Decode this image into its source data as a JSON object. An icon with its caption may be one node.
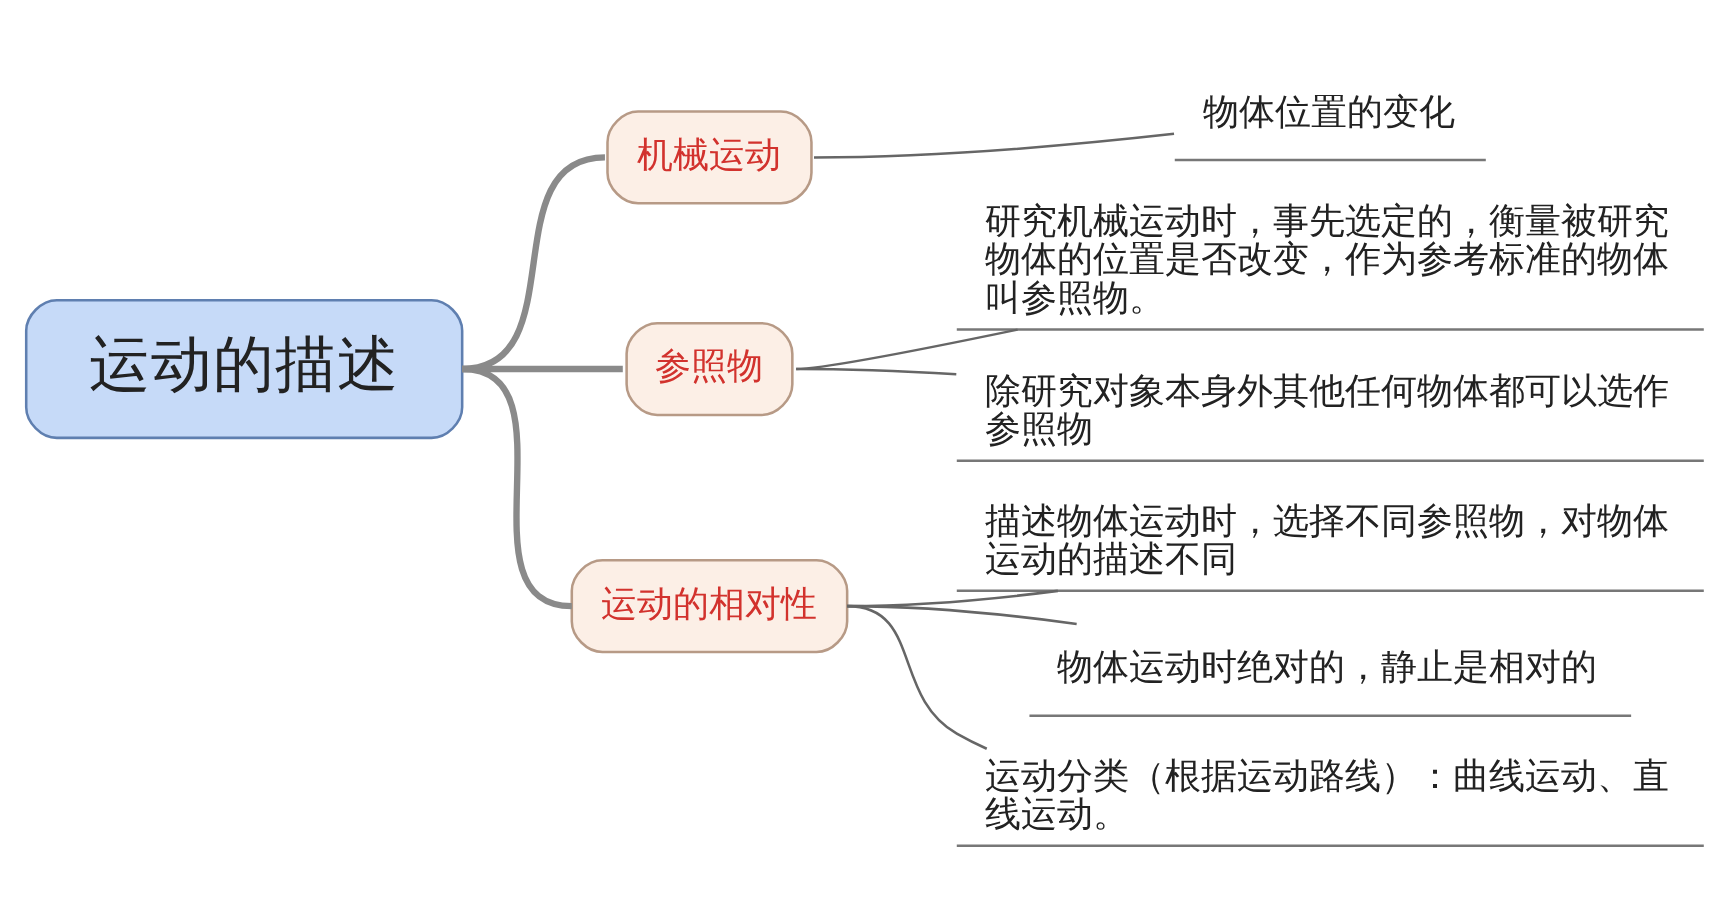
{
  "diagram": {
    "nodes": [
      {
        "text": [
          "运动的描述"
        ]
      },
      {
        "text": [
          "机械运动"
        ]
      },
      {
        "text": [
          "物体位置的变化"
        ]
      },
      {
        "text": [
          "参照物"
        ]
      },
      {
        "text": [
          "研究机械运动时，事先选定的，衡量被研究物体的位置是否改变，作为参考标准的物体叫参照物。"
        ]
      },
      {
        "text": [
          "除研究对象本身外其他任何物体都可以选作参照物"
        ]
      },
      {
        "text": [
          "运动的相对性"
        ]
      },
      {
        "text": [
          "描述物体运动时，选择不同参照物，对物体运动的描述不同"
        ]
      },
      {
        "text": [
          "物体运动时绝对的，静止是相对的"
        ]
      },
      {
        "text": [
          "运动分类（根据运动路线）：曲线运动、直线运动。"
        ]
      }
    ],
    "edges": [
      {
        "from": 0,
        "to": 1,
        "arrow": "none",
        "style": "thick"
      },
      {
        "from": 1,
        "to": 2,
        "arrow": "none"
      },
      {
        "from": 0,
        "to": 3,
        "arrow": "none",
        "style": "thick"
      },
      {
        "from": 3,
        "to": 4,
        "arrow": "none"
      },
      {
        "from": 3,
        "to": 5,
        "arrow": "none"
      },
      {
        "from": 0,
        "to": 6,
        "arrow": "none",
        "style": "thick"
      },
      {
        "from": 6,
        "to": 7,
        "arrow": "none"
      },
      {
        "from": 6,
        "to": 8,
        "arrow": "none"
      },
      {
        "from": 6,
        "to": 9,
        "arrow": "none"
      }
    ]
  }
}
